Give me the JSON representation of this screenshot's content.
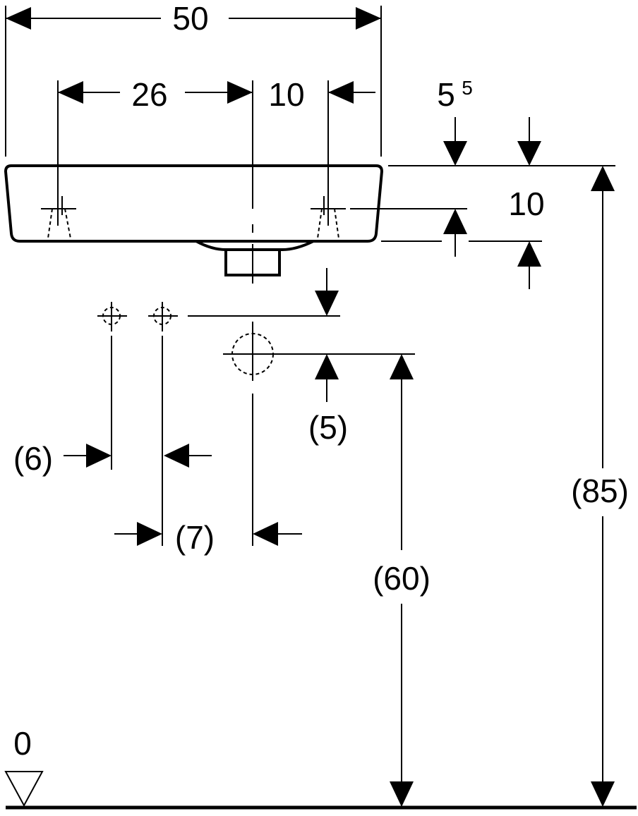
{
  "labels": {
    "width_total": "50",
    "tap_offset": "26",
    "center_to_tap": "10",
    "rim_depth_main": "5",
    "rim_depth_sup": "5",
    "basin_height": "10",
    "drain_offset": "(5)",
    "supply_spacing_left": "(6)",
    "supply_spacing_right": "(7)",
    "drain_height": "(60)",
    "rim_height": "(85)",
    "floor_level": "0"
  }
}
